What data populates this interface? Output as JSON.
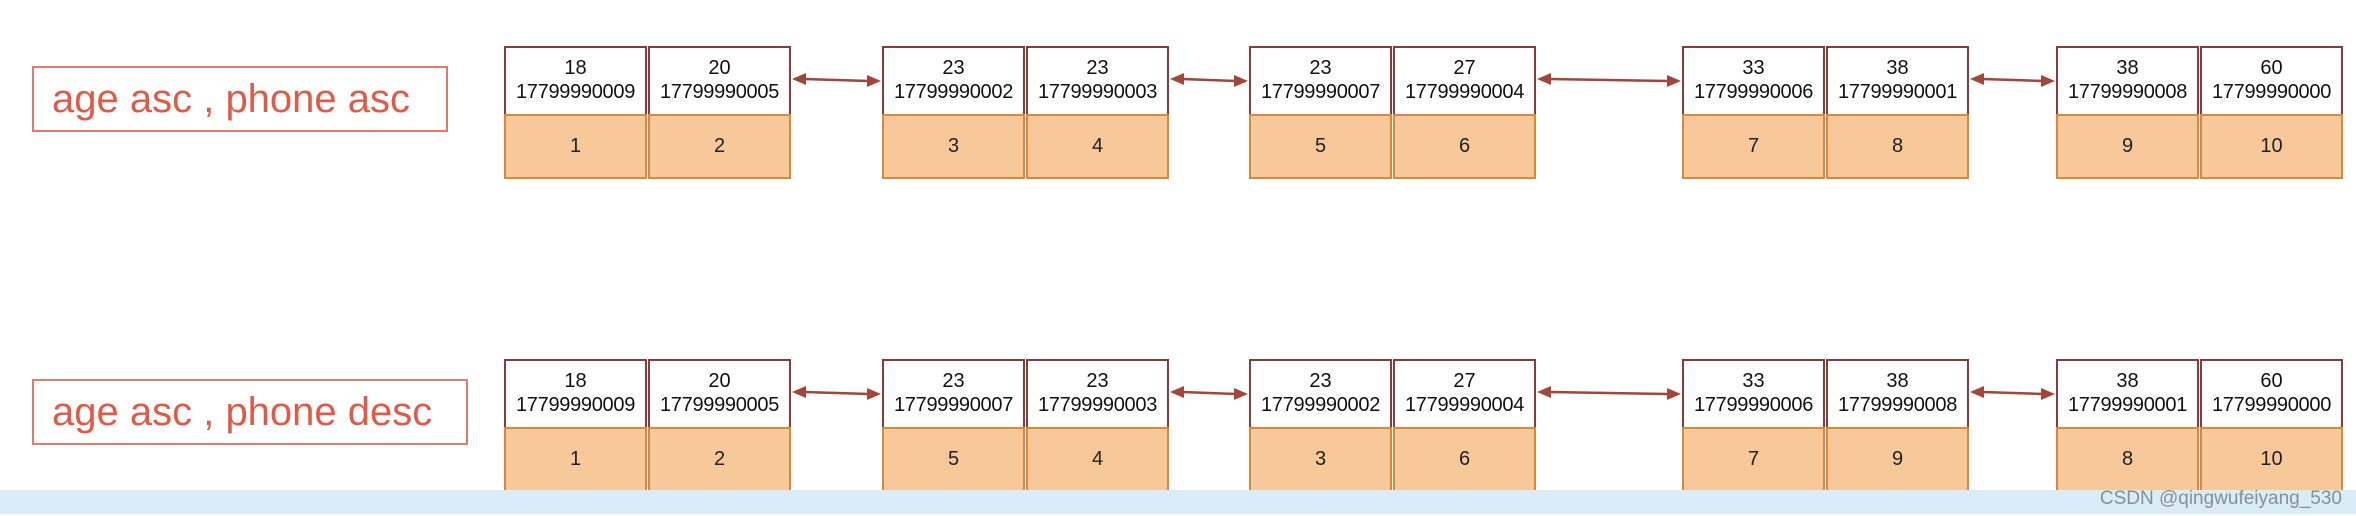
{
  "rows": [
    {
      "label": "age asc , phone  asc",
      "nodes": [
        {
          "cells": [
            {
              "age": "18",
              "phone": "17799990009",
              "id": "1"
            },
            {
              "age": "20",
              "phone": "17799990005",
              "id": "2"
            }
          ]
        },
        {
          "cells": [
            {
              "age": "23",
              "phone": "17799990002",
              "id": "3"
            },
            {
              "age": "23",
              "phone": "17799990003",
              "id": "4"
            }
          ]
        },
        {
          "cells": [
            {
              "age": "23",
              "phone": "17799990007",
              "id": "5"
            },
            {
              "age": "27",
              "phone": "17799990004",
              "id": "6"
            }
          ]
        },
        {
          "cells": [
            {
              "age": "33",
              "phone": "17799990006",
              "id": "7"
            },
            {
              "age": "38",
              "phone": "17799990001",
              "id": "8"
            }
          ]
        },
        {
          "cells": [
            {
              "age": "38",
              "phone": "17799990008",
              "id": "9"
            },
            {
              "age": "60",
              "phone": "17799990000",
              "id": "10"
            }
          ]
        }
      ]
    },
    {
      "label": "age asc , phone  desc",
      "nodes": [
        {
          "cells": [
            {
              "age": "18",
              "phone": "17799990009",
              "id": "1"
            },
            {
              "age": "20",
              "phone": "17799990005",
              "id": "2"
            }
          ]
        },
        {
          "cells": [
            {
              "age": "23",
              "phone": "17799990007",
              "id": "5"
            },
            {
              "age": "23",
              "phone": "17799990003",
              "id": "4"
            }
          ]
        },
        {
          "cells": [
            {
              "age": "23",
              "phone": "17799990002",
              "id": "3"
            },
            {
              "age": "27",
              "phone": "17799990004",
              "id": "6"
            }
          ]
        },
        {
          "cells": [
            {
              "age": "33",
              "phone": "17799990006",
              "id": "7"
            },
            {
              "age": "38",
              "phone": "17799990008",
              "id": "9"
            }
          ]
        },
        {
          "cells": [
            {
              "age": "38",
              "phone": "17799990001",
              "id": "8"
            },
            {
              "age": "60",
              "phone": "17799990000",
              "id": "10"
            }
          ]
        }
      ]
    }
  ],
  "watermark": "CSDN @qingwufeiyang_530",
  "colors": {
    "label_border": "#e07a6a",
    "label_text": "#e05a48",
    "key_border": "#8b3a3a",
    "id_fill": "#f7c89a",
    "id_border": "#d8893c",
    "arrow": "#a0463a"
  }
}
